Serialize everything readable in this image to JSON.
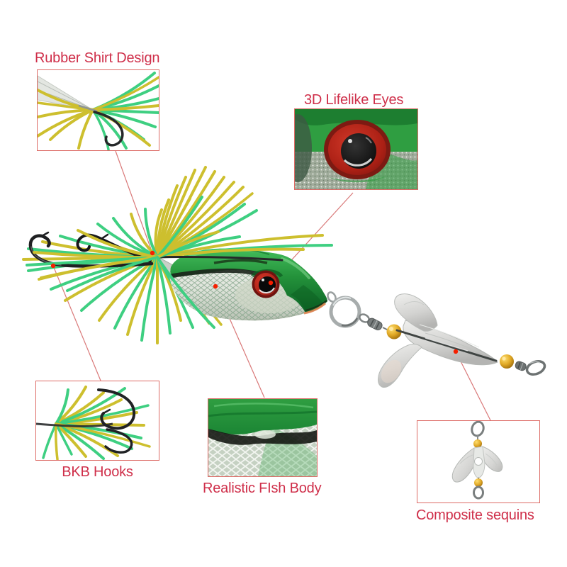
{
  "page": {
    "background": "#ffffff",
    "kind": "annotated product feature image"
  },
  "colors": {
    "label_text": "#cf2f4a",
    "callout_border": "#dd6b66",
    "leader_line": "#d97878",
    "marker_dot": "#f51f00",
    "skirt_yellow": "#cdbf2e",
    "skirt_green": "#3ecf81",
    "strand_black": "#26282a",
    "body_green": "#23913a",
    "belly_silver": "#e6ebe4",
    "blade_silver": "#d9d9d7",
    "bead_gold": "#dfa726",
    "hook_black": "#1f2022"
  },
  "callouts": {
    "rubber_shirt": {
      "label": "Rubber Shirt Design"
    },
    "lifelike_eyes": {
      "label": "3D Lifelike Eyes"
    },
    "bkb_hooks": {
      "label": "BKB Hooks"
    },
    "fish_body": {
      "label": "Realistic FIsh Body"
    },
    "composite_sequins": {
      "label": "Composite sequins"
    }
  }
}
